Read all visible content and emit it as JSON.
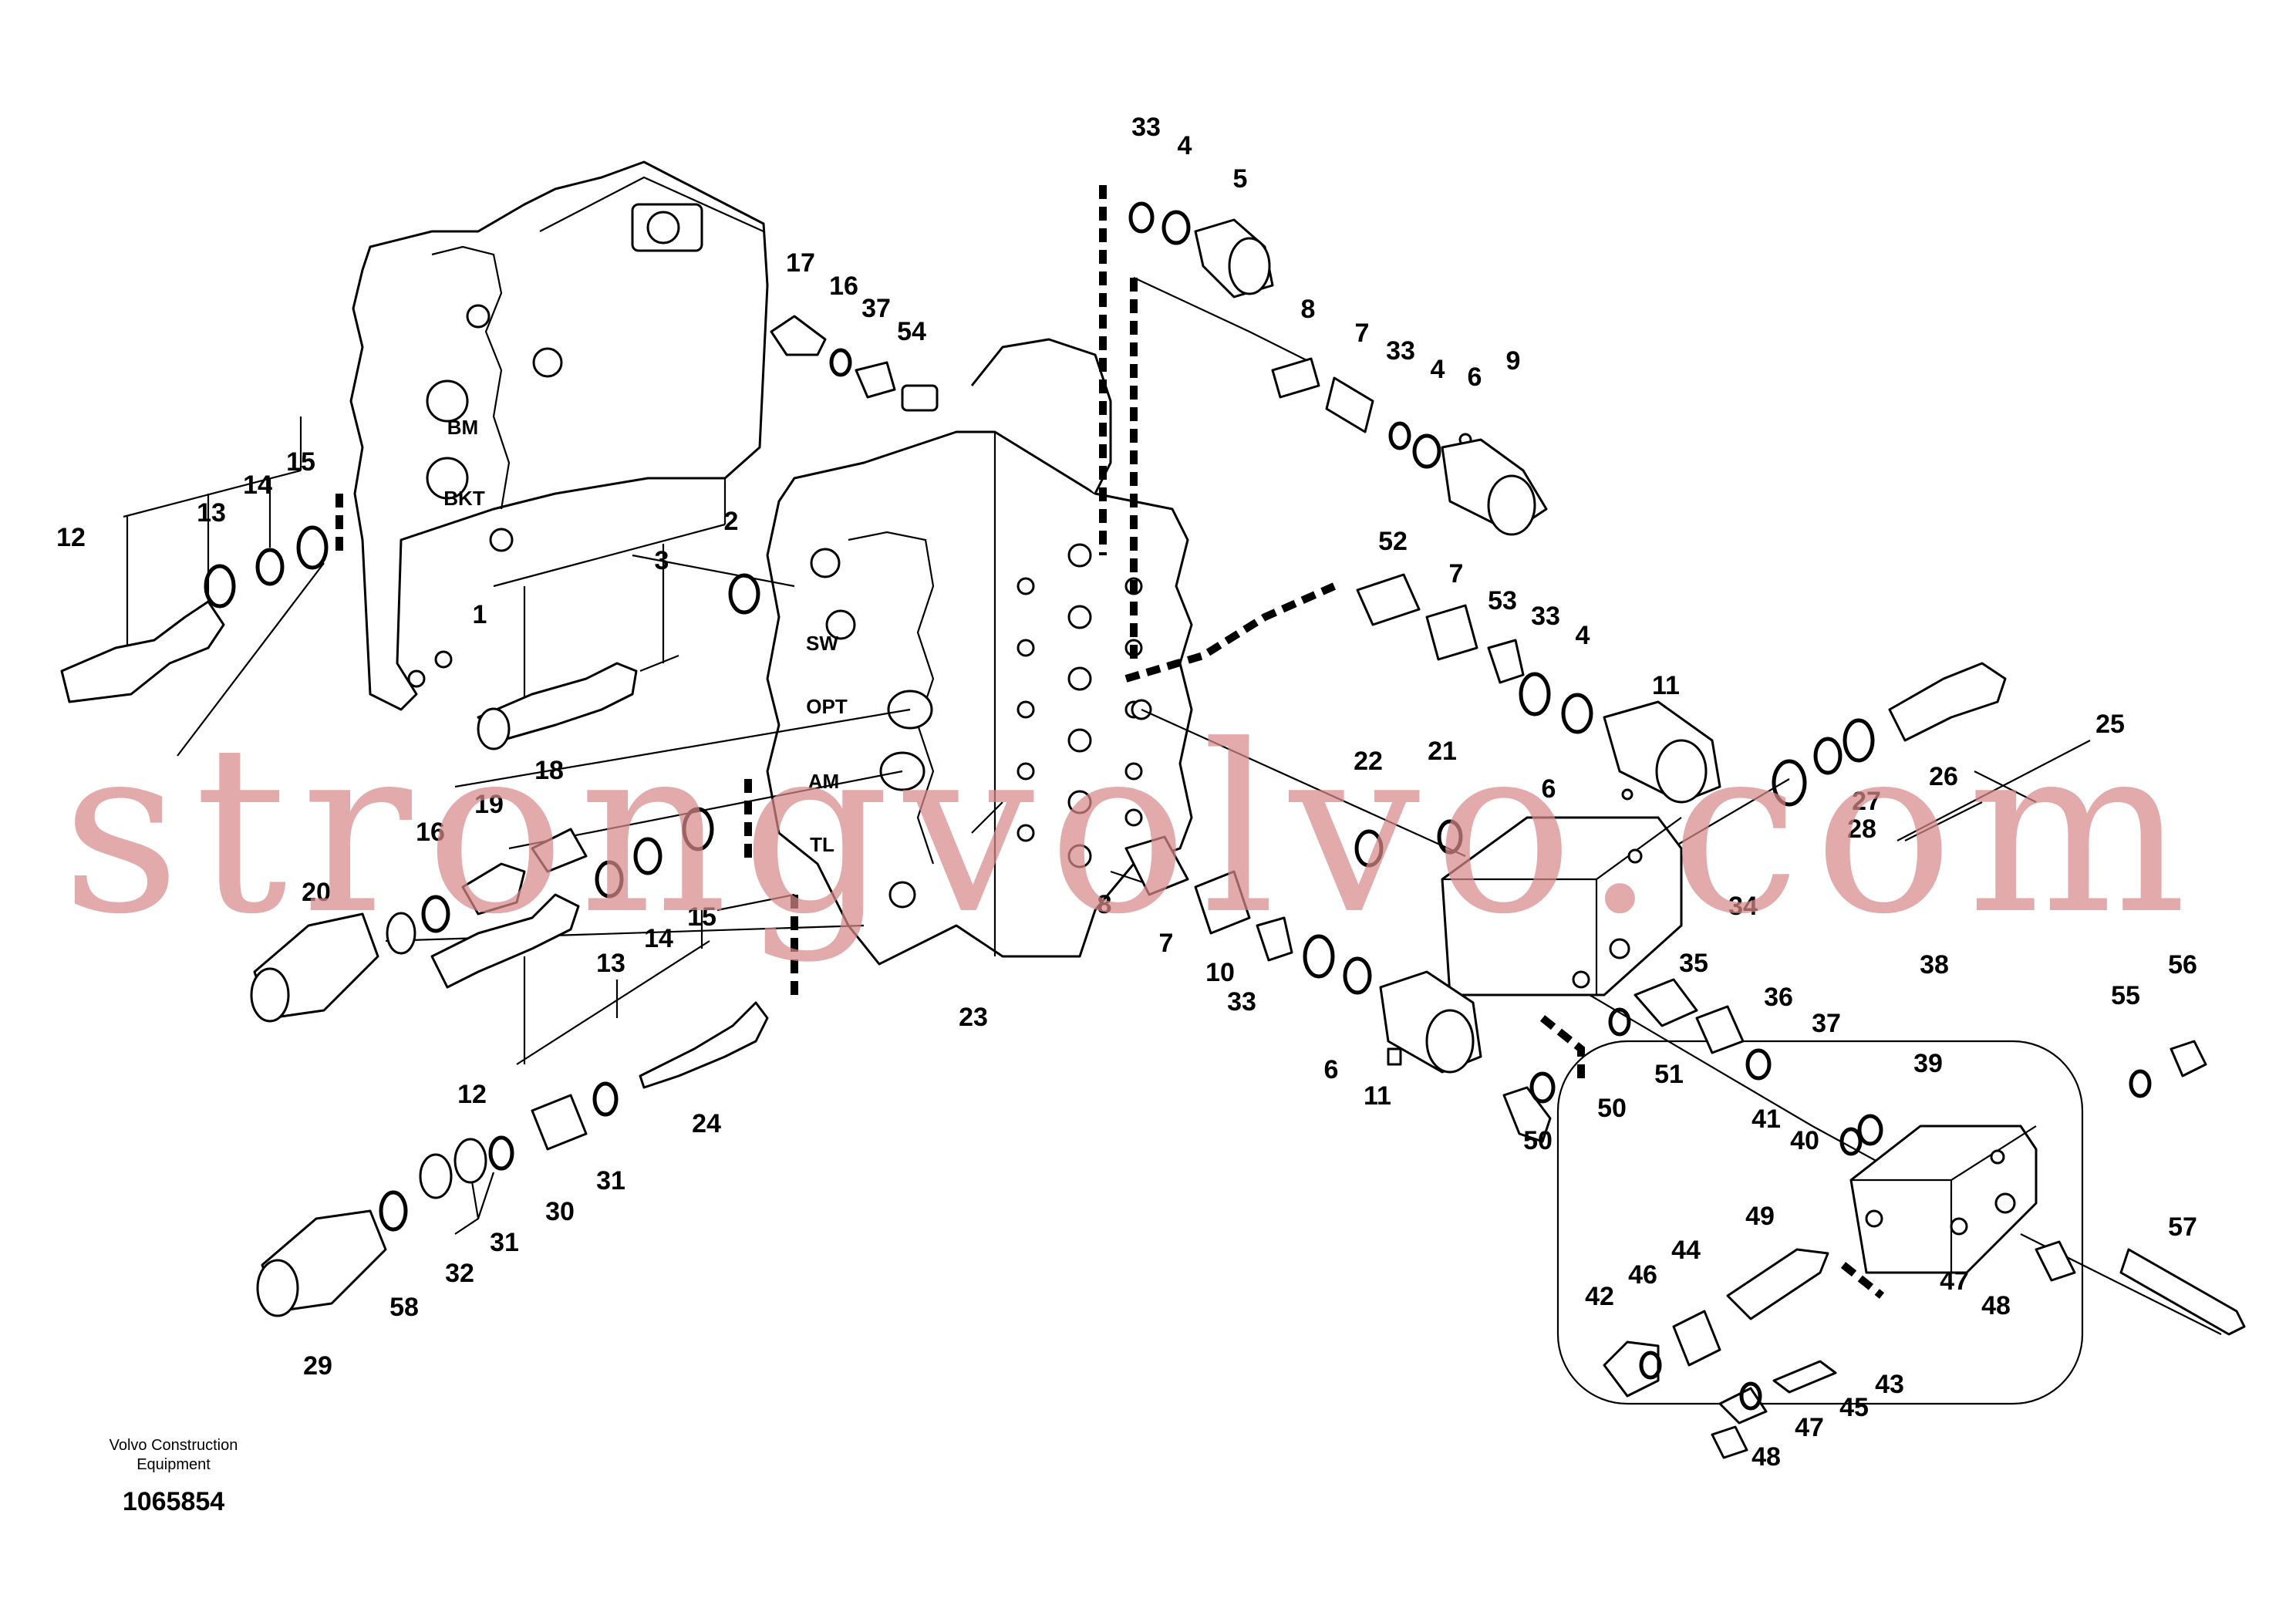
{
  "diagram": {
    "port_labels": [
      "BM",
      "BKT",
      "SW",
      "OPT",
      "AM",
      "TL"
    ],
    "callouts": [
      "1",
      "2",
      "3",
      "4",
      "5",
      "6",
      "7",
      "8",
      "9",
      "10",
      "11",
      "12",
      "13",
      "14",
      "15",
      "16",
      "17",
      "18",
      "19",
      "20",
      "21",
      "22",
      "23",
      "24",
      "25",
      "26",
      "27",
      "28",
      "29",
      "30",
      "31",
      "32",
      "33",
      "34",
      "35",
      "36",
      "37",
      "38",
      "39",
      "40",
      "41",
      "42",
      "43",
      "44",
      "45",
      "46",
      "47",
      "48",
      "49",
      "50",
      "51",
      "52",
      "53",
      "54",
      "55",
      "56",
      "57",
      "58"
    ],
    "caption_line1": "Volvo Construction",
    "caption_line2": "Equipment",
    "drawing_number": "1065854",
    "watermark": "strongvolvo.com"
  }
}
